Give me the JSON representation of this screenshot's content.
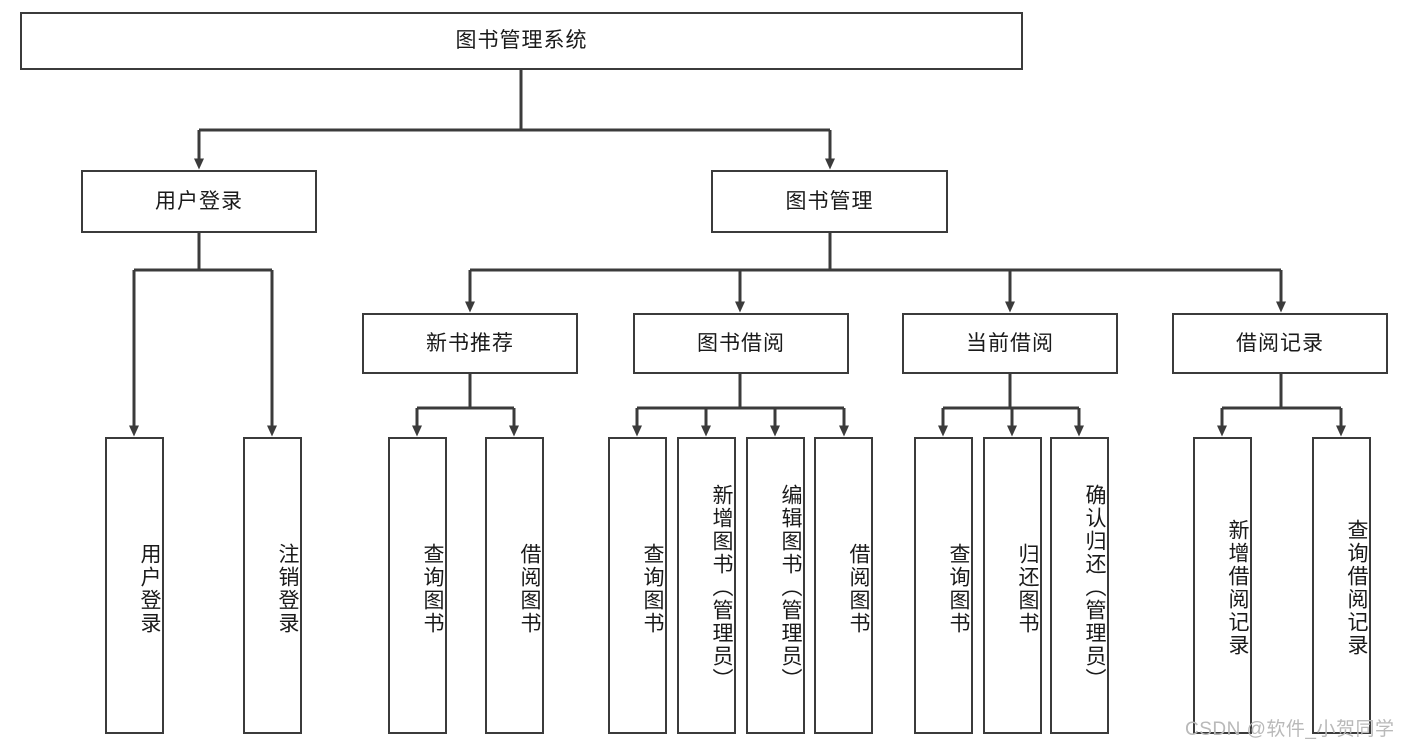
{
  "diagram": {
    "title": "图书管理系统",
    "type": "hierarchical-tree",
    "root": {
      "id": "root",
      "label": "图书管理系统",
      "orientation": "horizontal"
    },
    "level1": [
      {
        "id": "user-login",
        "label": "用户登录",
        "orientation": "horizontal"
      },
      {
        "id": "book-manage",
        "label": "图书管理",
        "orientation": "horizontal"
      }
    ],
    "level2": [
      {
        "id": "new-book-recommend",
        "label": "新书推荐",
        "parent": "book-manage",
        "orientation": "horizontal"
      },
      {
        "id": "book-borrow",
        "label": "图书借阅",
        "parent": "book-manage",
        "orientation": "horizontal"
      },
      {
        "id": "current-borrow",
        "label": "当前借阅",
        "parent": "book-manage",
        "orientation": "horizontal"
      },
      {
        "id": "borrow-record",
        "label": "借阅记录",
        "parent": "book-manage",
        "orientation": "horizontal"
      }
    ],
    "leaves": [
      {
        "id": "leaf-user-login",
        "label": "用户登录",
        "parent": "user-login",
        "orientation": "vertical"
      },
      {
        "id": "leaf-user-logout",
        "label": "注销登录",
        "parent": "user-login",
        "orientation": "vertical"
      },
      {
        "id": "leaf-query-book-1",
        "label": "查询图书",
        "parent": "new-book-recommend",
        "orientation": "vertical"
      },
      {
        "id": "leaf-borrow-book-1",
        "label": "借阅图书",
        "parent": "new-book-recommend",
        "orientation": "vertical"
      },
      {
        "id": "leaf-query-book-2",
        "label": "查询图书",
        "parent": "book-borrow",
        "orientation": "vertical"
      },
      {
        "id": "leaf-add-book",
        "label": "新增图书（管理员）",
        "parent": "book-borrow",
        "orientation": "vertical"
      },
      {
        "id": "leaf-edit-book",
        "label": "编辑图书（管理员）",
        "parent": "book-borrow",
        "orientation": "vertical"
      },
      {
        "id": "leaf-borrow-book-2",
        "label": "借阅图书",
        "parent": "book-borrow",
        "orientation": "vertical"
      },
      {
        "id": "leaf-query-book-3",
        "label": "查询图书",
        "parent": "current-borrow",
        "orientation": "vertical"
      },
      {
        "id": "leaf-return-book",
        "label": "归还图书",
        "parent": "current-borrow",
        "orientation": "vertical"
      },
      {
        "id": "leaf-confirm-return",
        "label": "确认归还（管理员）",
        "parent": "current-borrow",
        "orientation": "vertical"
      },
      {
        "id": "leaf-add-record",
        "label": "新增借阅记录",
        "parent": "borrow-record",
        "orientation": "vertical"
      },
      {
        "id": "leaf-query-record",
        "label": "查询借阅记录",
        "parent": "borrow-record",
        "orientation": "vertical"
      }
    ]
  },
  "watermark": {
    "text": "CSDN @软件_小贺同学"
  },
  "colors": {
    "stroke": "#3b3b3b",
    "background": "#ffffff",
    "text": "#1a1a1a",
    "watermark": "#b9b9b9"
  }
}
